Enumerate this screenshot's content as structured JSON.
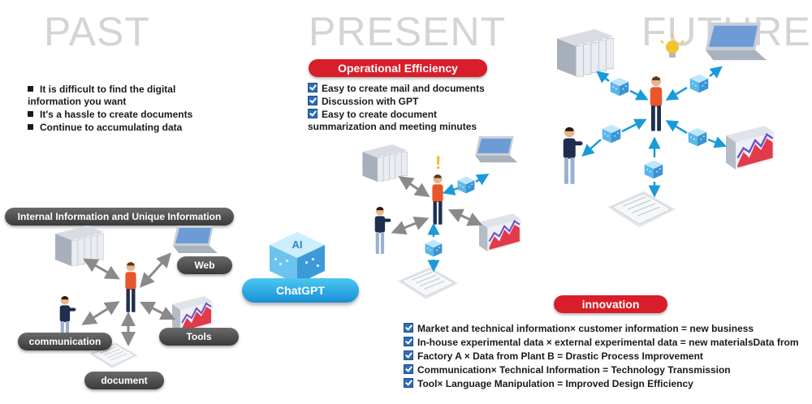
{
  "eras": {
    "past": "PAST",
    "present": "PRESENT",
    "future": "FUTURE"
  },
  "past": {
    "bullets": [
      "It is difficult to find the digital information you want",
      "It's a hassle to create documents",
      "Continue to accumulating data"
    ],
    "banner": "Internal Information and Unique Information",
    "labels": {
      "web": "Web",
      "communication": "communication",
      "tools": "Tools",
      "document": "document"
    }
  },
  "present": {
    "banner": "Operational Efficiency",
    "items": [
      "Easy to create mail and documents",
      "Discussion with GPT",
      "Easy to create document summarization and meeting minutes"
    ]
  },
  "chatgpt": {
    "label": "ChatGPT",
    "cube_text": "AI"
  },
  "future": {
    "banner": "innovation",
    "items": [
      "Market and technical information× customer information = new business",
      "In-house experimental data × external experimental data = new materialsData from",
      "Factory A × Data from Plant B = Drastic Process Improvement",
      "Communication× Technical Information = Technology Transmission",
      "Tool× Language Manipulation = Improved Design Efficiency"
    ]
  },
  "colors": {
    "red": "#d81e2a",
    "blue": "#2f6db5",
    "cyan": "#1a8fd6",
    "dark": "#3a3a3a",
    "orange": "#e8562a"
  }
}
